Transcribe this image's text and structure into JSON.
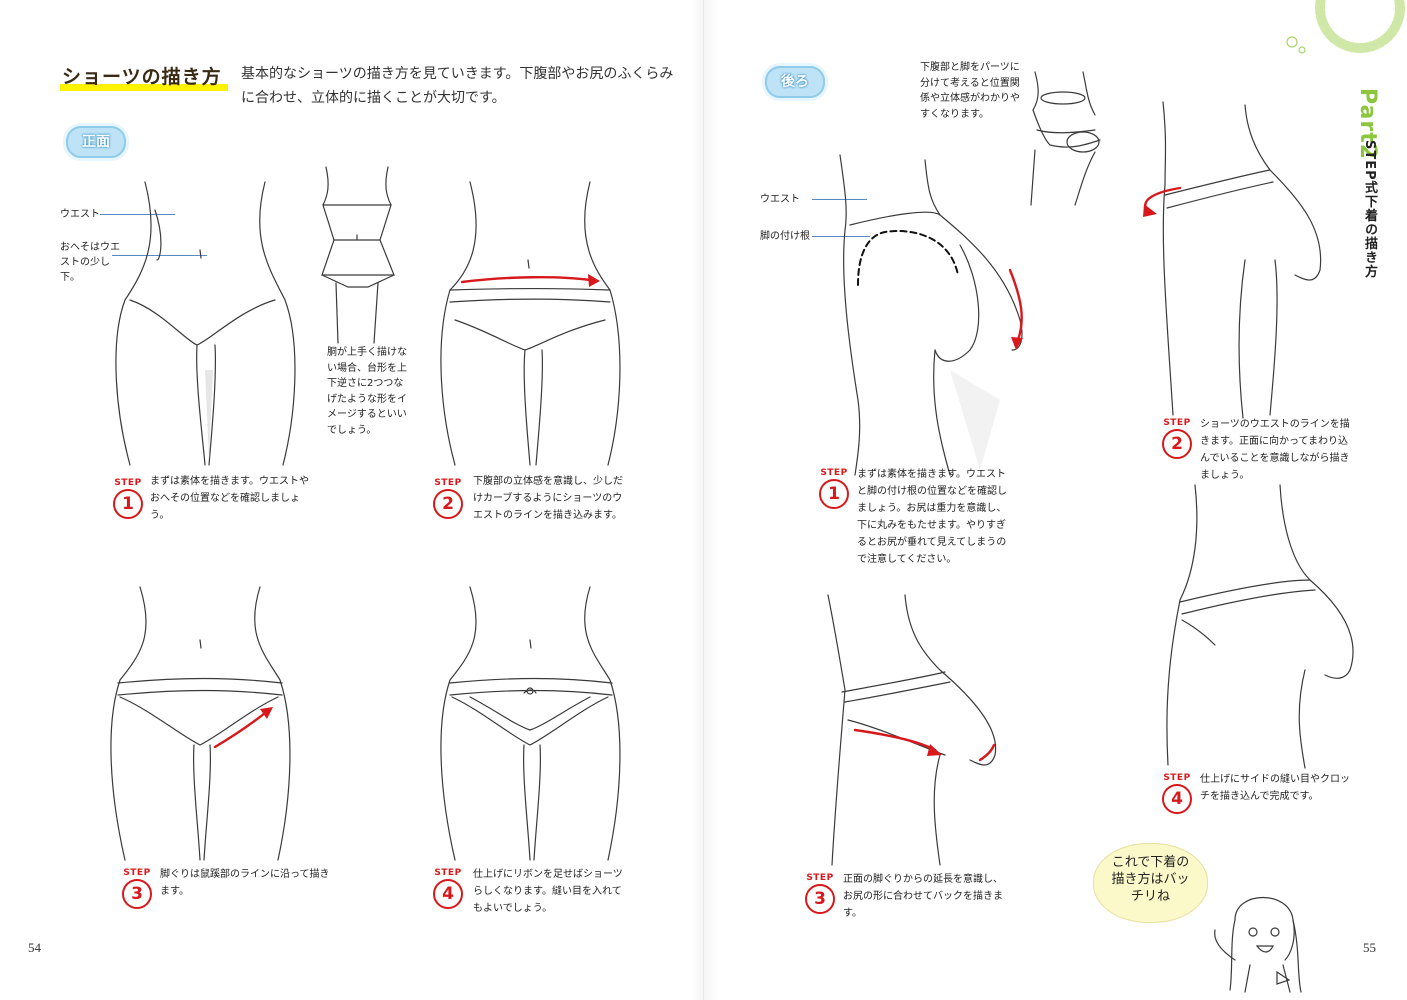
{
  "left_page": {
    "title": "ショーツの描き方",
    "intro": "基本的なショーツの描き方を見ていきます。下腹部やお尻のふくらみに合わせ、立体的に描くことが大切です。",
    "section_front": "正面",
    "labels": {
      "waist": "ウエスト",
      "navel": "おへそはウエストの少し下。"
    },
    "torso_note": "胴が上手く描けない場合、台形を上下逆さに2つつなげたような形をイメージするといいでしょう。",
    "steps": [
      {
        "word": "STEP",
        "num": "1",
        "text": "まずは素体を描きます。ウエストやおへその位置などを確認しましょう。"
      },
      {
        "word": "STEP",
        "num": "2",
        "text": "下腹部の立体感を意識し、少しだけカーブするようにショーツのウエストのラインを描き込みます。"
      },
      {
        "word": "STEP",
        "num": "3",
        "text": "脚ぐりは鼠蹊部のラインに沿って描きます。"
      },
      {
        "word": "STEP",
        "num": "4",
        "text": "仕上げにリボンを足せばショーツらしくなります。縫い目を入れてもよいでしょう。"
      }
    ],
    "page_number": "54"
  },
  "right_page": {
    "section_back": "後ろ",
    "parts_note": "下腹部と脚をパーツに分けて考えると位置関係や立体感がわかりやすくなります。",
    "labels": {
      "waist": "ウエスト",
      "leg_base": "脚の付け根"
    },
    "steps": [
      {
        "word": "STEP",
        "num": "1",
        "text": "まずは素体を描きます。ウエストと脚の付け根の位置などを確認しましょう。お尻は重力を意識し、下に丸みをもたせます。やりすぎるとお尻が垂れて見えてしまうので注意してください。"
      },
      {
        "word": "STEP",
        "num": "2",
        "text": "ショーツのウエストのラインを描きます。正面に向かってまわり込んでいることを意識しながら描きましょう。"
      },
      {
        "word": "STEP",
        "num": "3",
        "text": "正面の脚ぐりからの延長を意識し、お尻の形に合わせてバックを描きます。"
      },
      {
        "word": "STEP",
        "num": "4",
        "text": "仕上げにサイドの縫い目やクロッチを描き込んで完成です。"
      }
    ],
    "part_label": "Part2",
    "part_subtitle": "STEP式下着の描き方",
    "bubble_text": "これで下着の描き方はバッチリね",
    "page_number": "55"
  },
  "colors": {
    "accent_red": "#d7191c",
    "pill_blue": "#bfe3f6",
    "highlight_yellow": "#fff200",
    "part_green": "#8cc63f"
  },
  "icons": [
    "step-circle-icon",
    "curved-arrow-icon"
  ]
}
